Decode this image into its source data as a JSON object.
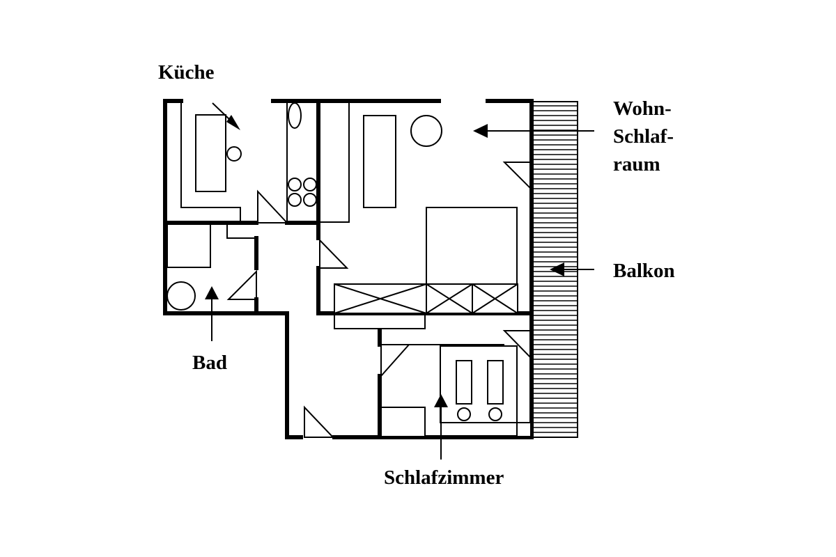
{
  "labels": {
    "kueche": "Küche",
    "wohn_line1": "Wohn-",
    "wohn_line2": "Schlaf-",
    "wohn_line3": "raum",
    "balkon": "Balkon",
    "bad": "Bad",
    "schlafzimmer": "Schlafzimmer"
  }
}
